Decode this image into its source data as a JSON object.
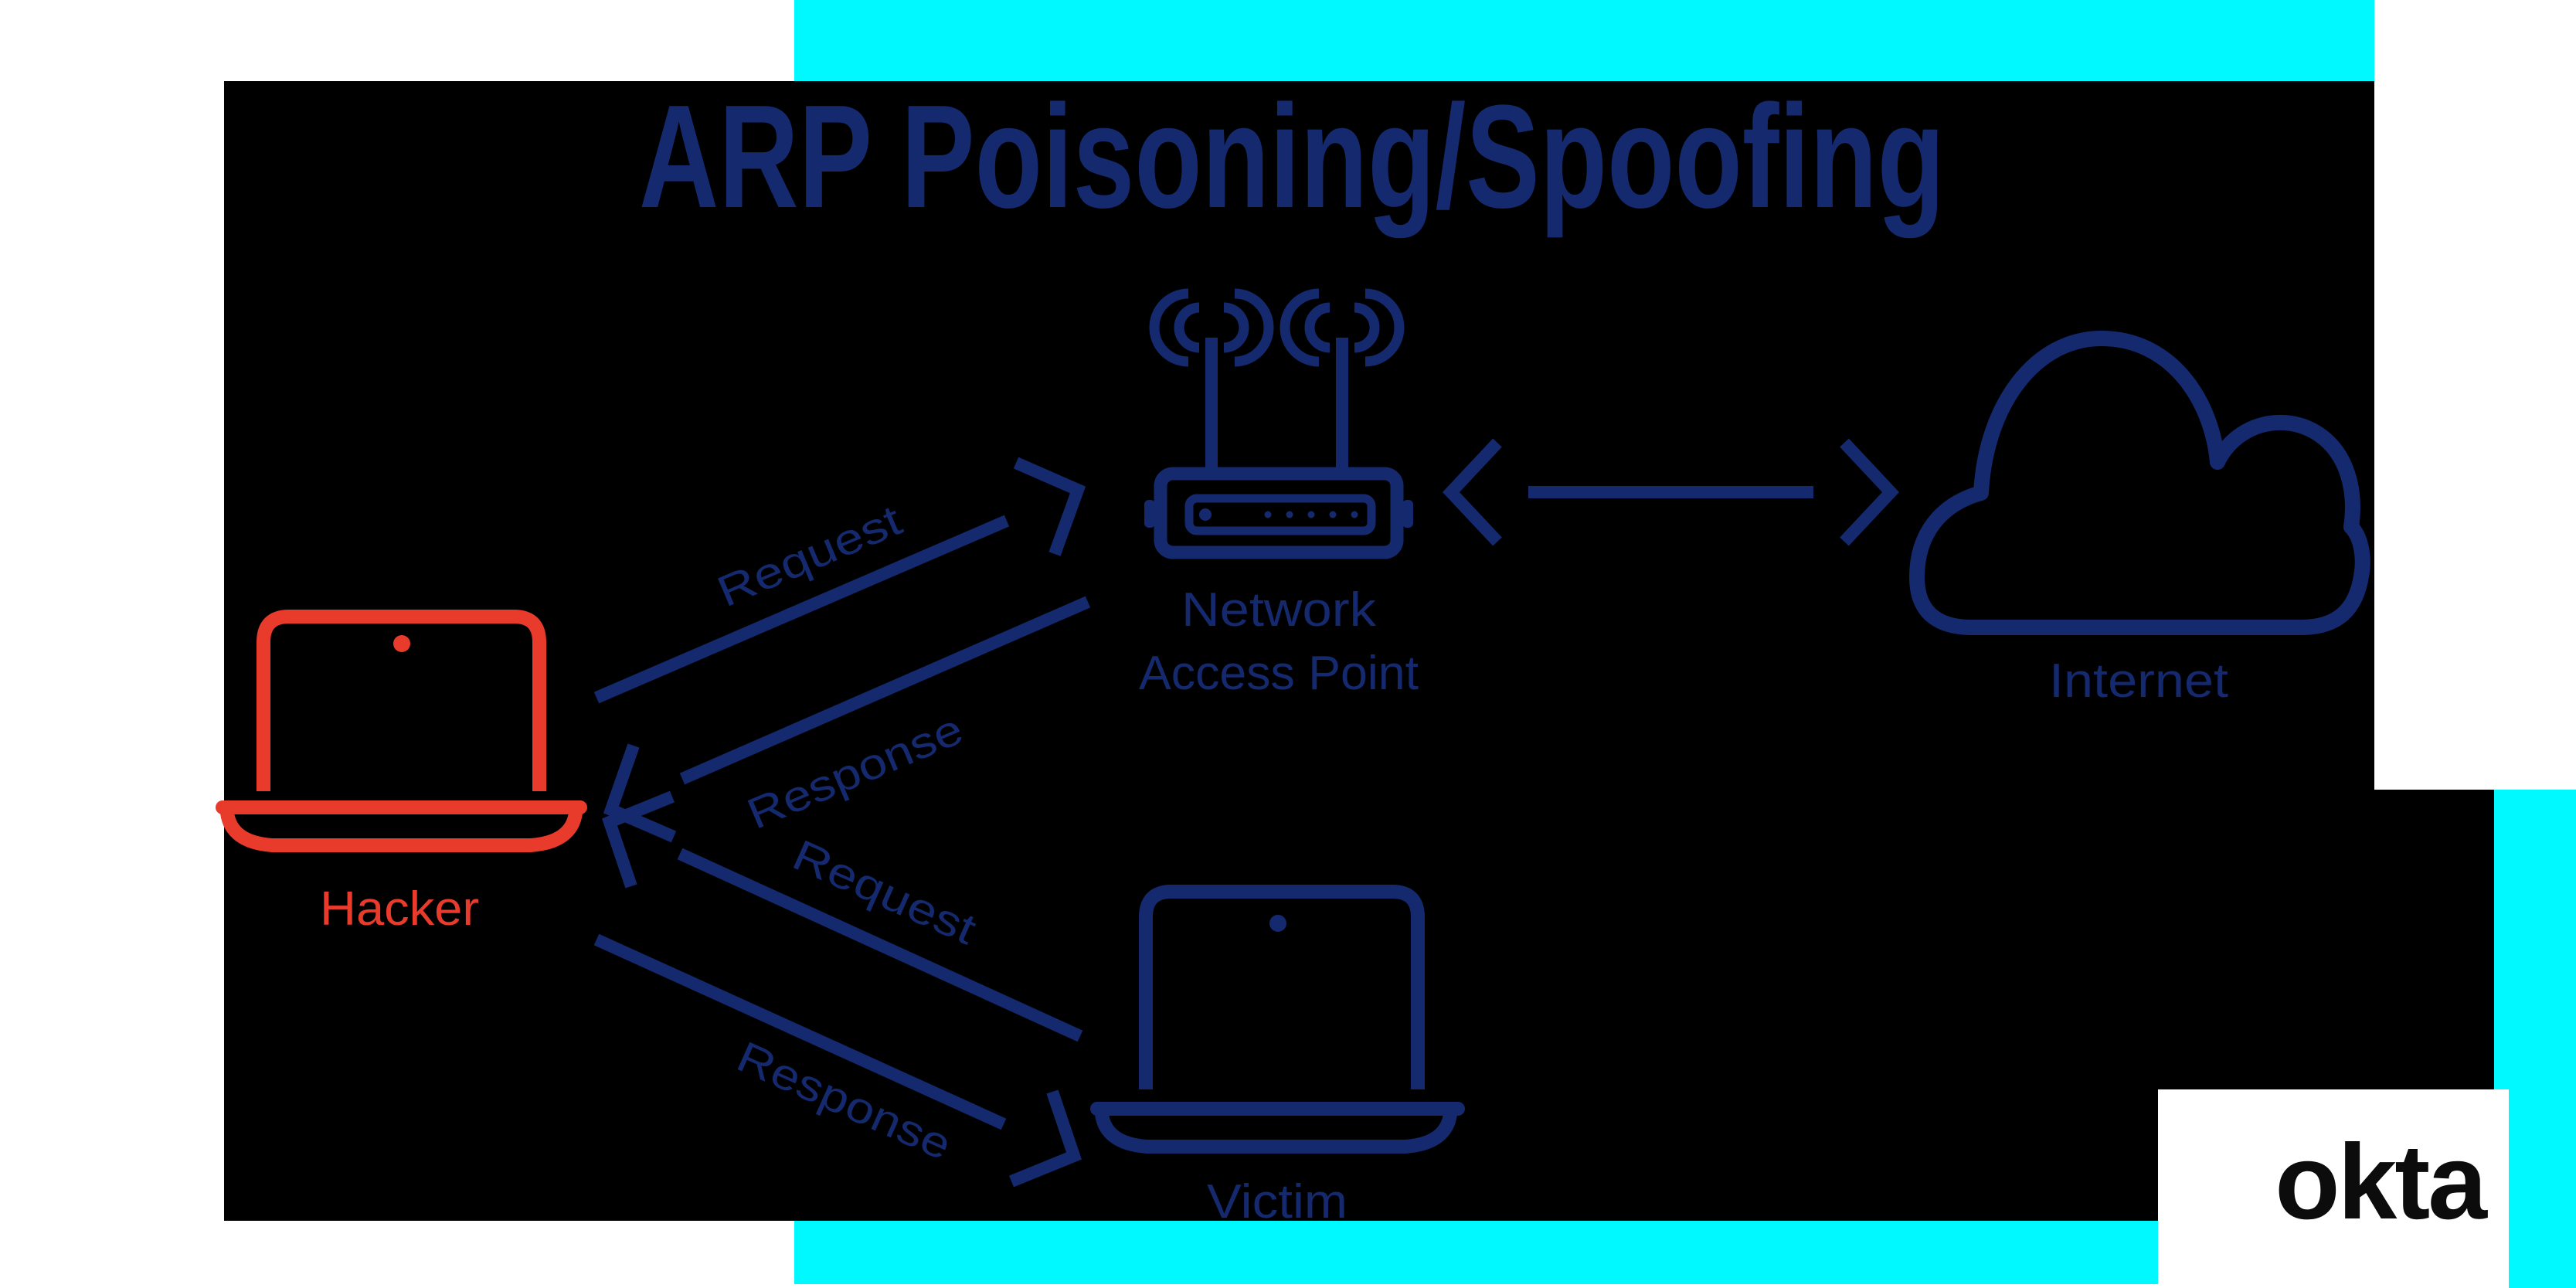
{
  "title": "ARP Poisoning/Spoofing",
  "colors": {
    "navy": "#15296E",
    "red": "#E83B2B",
    "cyan": "#00F8FF",
    "panel_black": "#000000",
    "background_white": "#FFFFFF"
  },
  "nodes": {
    "access_point": {
      "icon": "wifi-router-icon",
      "label_line1": "Network",
      "label_line2": "Access Point"
    },
    "internet": {
      "icon": "cloud-icon",
      "label": "Internet"
    },
    "hacker": {
      "icon": "laptop-icon",
      "label": "Hacker"
    },
    "victim": {
      "icon": "laptop-icon",
      "label": "Victim"
    }
  },
  "arrows": [
    {
      "id": "hacker-to-access-point",
      "label": "Request"
    },
    {
      "id": "access-point-to-hacker",
      "label": "Response"
    },
    {
      "id": "victim-to-hacker",
      "label": "Request"
    },
    {
      "id": "hacker-to-victim",
      "label": "Response"
    },
    {
      "id": "access-point-internet-bidirectional",
      "label": ""
    }
  ],
  "brand": {
    "logo_text": "okta"
  }
}
